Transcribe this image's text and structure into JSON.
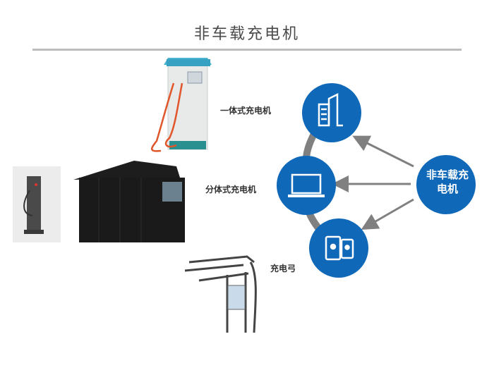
{
  "title": "非车载充电机",
  "colors": {
    "circle": "#1068b8",
    "arrow": "#808080",
    "connector": "#808080",
    "divider": "#bdbdbd"
  },
  "labels": {
    "integrated": "一体式充电机",
    "split": "分体式充电机",
    "bow": "充电弓"
  },
  "hub": {
    "line1": "非车载充",
    "line2": "电机"
  },
  "nodes": [
    {
      "id": "integrated",
      "icon": "building-icon"
    },
    {
      "id": "split",
      "icon": "laptop-icon"
    },
    {
      "id": "bow",
      "icon": "mobile-devices-icon"
    }
  ],
  "images": [
    {
      "name": "integrated-charger-image",
      "caption": "一体式充电机"
    },
    {
      "name": "wall-charger-image",
      "caption": "分体式充电机"
    },
    {
      "name": "power-cabinet-image",
      "caption": "分体式充电机"
    },
    {
      "name": "charging-bow-image",
      "caption": "充电弓"
    }
  ]
}
